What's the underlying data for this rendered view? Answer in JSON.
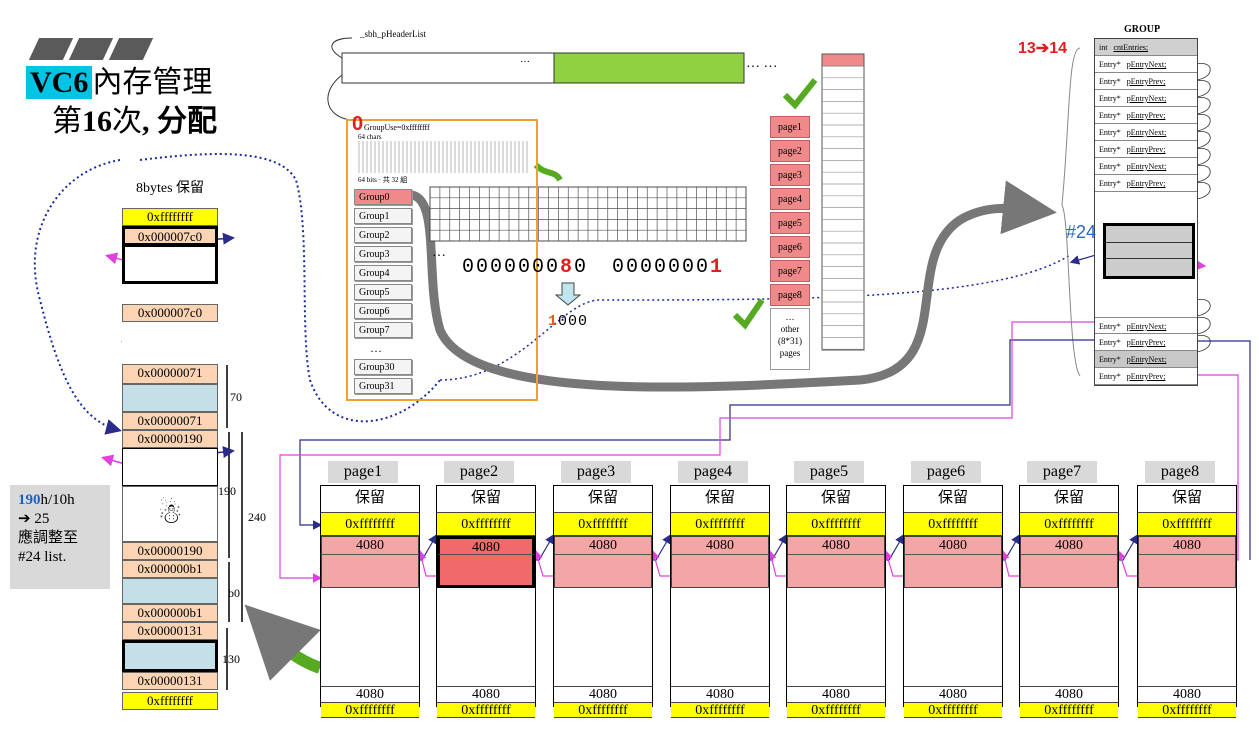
{
  "title": {
    "vc6": "VC6",
    "line1_rest": "內存管理",
    "line2_a": "第",
    "line2_num": "16",
    "line2_b": "次",
    "line2_c": ", 分配"
  },
  "left_column": {
    "header": "8bytes 保留",
    "cells": [
      "0xffffffff",
      "0x000007c0",
      "0x000007c0",
      "0x00000071",
      "0x00000071",
      "0x00000190",
      "0x00000190",
      "0x000000b1",
      "0x000000b1",
      "0x00000131",
      "0x00000131",
      "0xffffffff"
    ],
    "dims": [
      "70",
      "190",
      "240",
      "b0",
      "130"
    ]
  },
  "note": {
    "line1_num": "190",
    "line1_rest": "h/10h",
    "line2": "➔ 25",
    "line3": "應調整至",
    "line4": "#24 list."
  },
  "header_list": {
    "label": "_sbh_pHeaderList",
    "ellipsis": "…",
    "dots": "… …"
  },
  "panel": {
    "zero": "0",
    "label": "GroupUse=0xffffffff",
    "chars": "64 chars",
    "bits": "64 bits · 共 32 組",
    "groups": [
      "Group0",
      "Group1",
      "Group2",
      "Group3",
      "Group4",
      "Group5",
      "Group6",
      "Group7",
      "…",
      "Group30",
      "Group31"
    ]
  },
  "bits": {
    "digits_a": "0000000",
    "digit_a_red": "8",
    "digits_a_end": "0",
    "digits_b": "0000000",
    "digit_b_red": "1",
    "result_red": "1",
    "result_rest": "000",
    "ellipsis": "…"
  },
  "pages_mid": {
    "items": [
      "page1",
      "page2",
      "page3",
      "page4",
      "page5",
      "page6",
      "page7",
      "page8"
    ],
    "other_dots": "…",
    "other": "other",
    "other_count": "(8*31)",
    "other_label": "pages"
  },
  "group_struct": {
    "title": "GROUP",
    "count": "13➔14",
    "rows_top": [
      {
        "type": "int",
        "name": "cntEntries;"
      },
      {
        "type": "Entry*",
        "name": "pEntryNext;"
      },
      {
        "type": "Entry*",
        "name": "pEntryPrev;"
      },
      {
        "type": "Entry*",
        "name": "pEntryNext;"
      },
      {
        "type": "Entry*",
        "name": "pEntryPrev;"
      },
      {
        "type": "Entry*",
        "name": "pEntryNext;"
      },
      {
        "type": "Entry*",
        "name": "pEntryPrev;"
      },
      {
        "type": "Entry*",
        "name": "pEntryNext;"
      },
      {
        "type": "Entry*",
        "name": "pEntryPrev;"
      }
    ],
    "list_label": "#24",
    "rows_bottom": [
      {
        "type": "Entry*",
        "name": "pEntryNext;"
      },
      {
        "type": "Entry*",
        "name": "pEntryPrev;"
      },
      {
        "type": "Entry*",
        "name": "pEntryNext;"
      },
      {
        "type": "Entry*",
        "name": "pEntryPrev;"
      }
    ]
  },
  "pages_bottom": [
    {
      "label": "page1",
      "reserved": "保留",
      "sentinel_top": "0xffffffff",
      "size_top": "4080",
      "size_bottom": "4080",
      "sentinel_bottom": "0xffffffff"
    },
    {
      "label": "page2",
      "reserved": "保留",
      "sentinel_top": "0xffffffff",
      "size_top": "4080",
      "size_bottom": "4080",
      "sentinel_bottom": "0xffffffff"
    },
    {
      "label": "page3",
      "reserved": "保留",
      "sentinel_top": "0xffffffff",
      "size_top": "4080",
      "size_bottom": "4080",
      "sentinel_bottom": "0xffffffff"
    },
    {
      "label": "page4",
      "reserved": "保留",
      "sentinel_top": "0xffffffff",
      "size_top": "4080",
      "size_bottom": "4080",
      "sentinel_bottom": "0xffffffff"
    },
    {
      "label": "page5",
      "reserved": "保留",
      "sentinel_top": "0xffffffff",
      "size_top": "4080",
      "size_bottom": "4080",
      "sentinel_bottom": "0xffffffff"
    },
    {
      "label": "page6",
      "reserved": "保留",
      "sentinel_top": "0xffffffff",
      "size_top": "4080",
      "size_bottom": "4080",
      "sentinel_bottom": "0xffffffff"
    },
    {
      "label": "page7",
      "reserved": "保留",
      "sentinel_top": "0xffffffff",
      "size_top": "4080",
      "size_bottom": "4080",
      "sentinel_bottom": "0xffffffff"
    },
    {
      "label": "page8",
      "reserved": "保留",
      "sentinel_top": "0xffffffff",
      "size_top": "4080",
      "size_bottom": "4080",
      "sentinel_bottom": "0xffffffff"
    }
  ],
  "colors": {
    "yellow": "#ffff00",
    "tan": "#fbd4b4",
    "pink": "#f08a8a",
    "cyan": "#00c4e6",
    "magenta": "#e040e0",
    "navy": "#2b2b8a"
  }
}
